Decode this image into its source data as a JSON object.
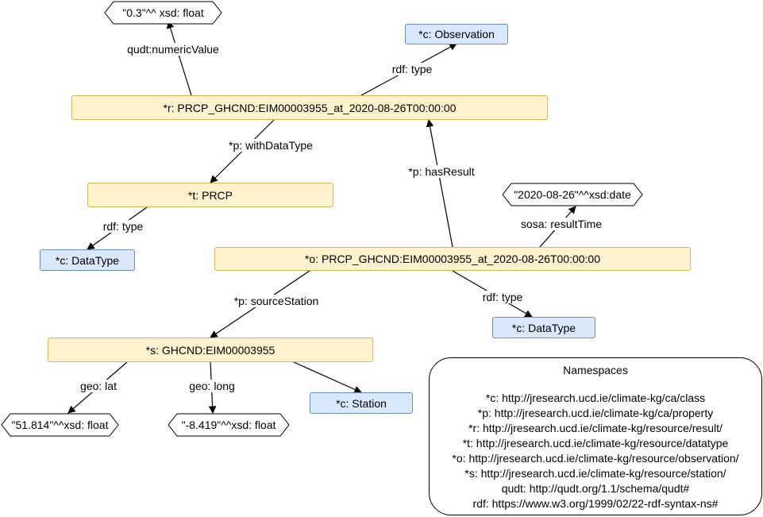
{
  "nodes": {
    "literal_value": "\"0.3\"^^ xsd: float",
    "class_observation": "*c: Observation",
    "result_r": "*r: PRCP_GHCND:EIM00003955_at_2020-08-26T00:00:00",
    "datatype_t": "*t: PRCP",
    "class_datatype_left": "*c: DataType",
    "literal_date": "\"2020-08-26\"^^xsd:date",
    "observation_o": "*o: PRCP_GHCND:EIM00003955_at_2020-08-26T00:00:00",
    "class_datatype_right": "*c: DataType",
    "station_s": "*s: GHCND:EIM00003955",
    "literal_lat": "\"51.814\"^^xsd: float",
    "literal_long": "\"-8.419\"^^xsd: float",
    "class_station": "*c: Station"
  },
  "edges": {
    "numeric_value": "qudt:numericValue",
    "r_type": "rdf: type",
    "with_data_type": "*p: withDataType",
    "has_result": "*p: hasResult",
    "t_type": "rdf: type",
    "result_time": "sosa: resultTime",
    "source_station": "*p: sourceStation",
    "o_type": "rdf: type",
    "geo_lat": "geo: lat",
    "geo_long": "geo: long"
  },
  "namespaces": {
    "title": "Namespaces",
    "entries": [
      "*c: http://jresearch.ucd.ie/climate-kg/ca/class",
      "*p: http://jresearch.ucd.ie/climate-kg/ca/property",
      "*r: http://jresearch.ucd.ie/climate-kg/resource/result/",
      "*t: http://jresearch.ucd.ie/climate-kg/resource/datatype",
      "*o: http://jresearch.ucd.ie/climate-kg/resource/observation/",
      "*s: http://jresearch.ucd.ie/climate-kg/resource/station/",
      "qudt: http://qudt.org/1.1/schema/qudt#",
      "rdf: https://www.w3.org/1999/02/22-rdf-syntax-ns#"
    ]
  },
  "colors": {
    "resource_fill": "#fff2cc",
    "resource_stroke": "#d6b656",
    "class_fill": "#dae8fc",
    "class_stroke": "#6c8ebf",
    "literal_stroke": "#000000"
  }
}
